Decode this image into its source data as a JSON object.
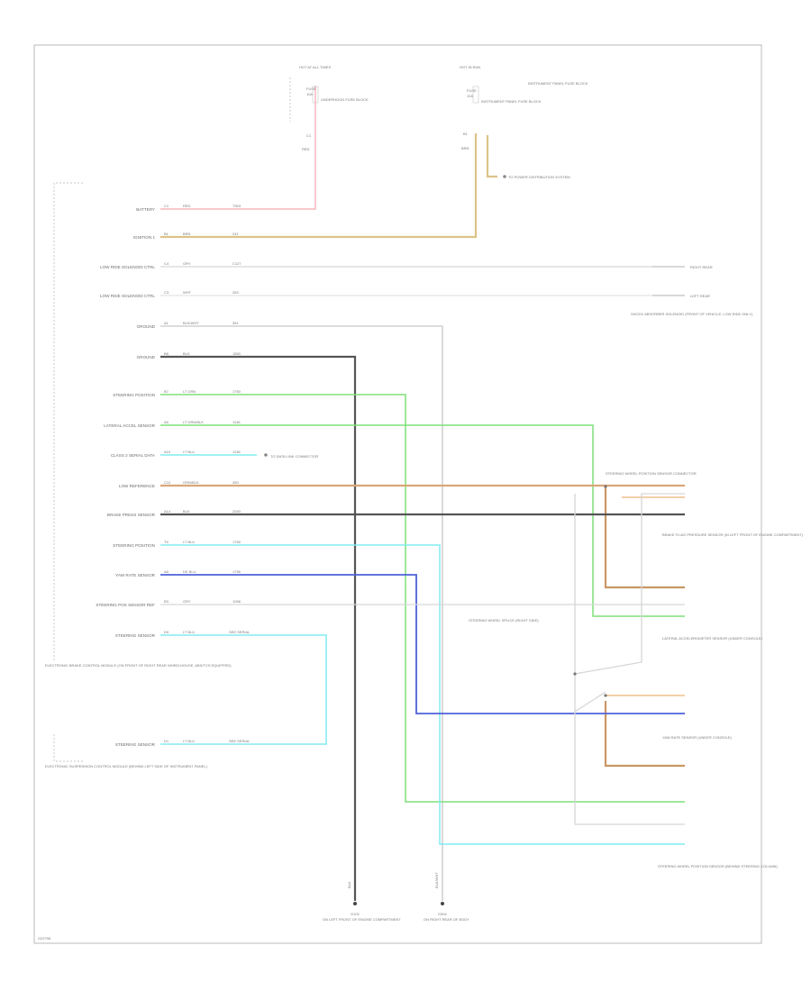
{
  "colors": {
    "pink": "#f7b7bc",
    "tan": "#dcc387",
    "gray_light": "#d6d6d6",
    "gray": "#b8b8b8",
    "dark": "#555555",
    "green": "#7ee07a",
    "cyan": "#82ecf1",
    "blue": "#4d62d9",
    "orange": "#efbf8c",
    "dark_orange": "#c99763"
  },
  "rows": [
    {
      "id": "r1",
      "label": "BATTERY",
      "pin": "C1",
      "wc": "RED",
      "wa": "T503"
    },
    {
      "id": "r2",
      "label": "IGNITION 1",
      "pin": "B1",
      "wc": "BRN",
      "wa": "241"
    },
    {
      "id": "r3",
      "label": "LOW RIDE SOLENOID CTRL",
      "pin": "C4",
      "wc": "GRY",
      "wa": "C127"
    },
    {
      "id": "r4",
      "label": "LOW RIDE SOLENOID CTRL",
      "pin": "C3",
      "wc": "WHT",
      "wa": "283"
    },
    {
      "id": "r5",
      "label": "GROUND",
      "pin": "A1",
      "wc": "BLK/WHT",
      "wa": "351"
    },
    {
      "id": "r6",
      "label": "GROUND",
      "pin": "B8",
      "wc": "BLK",
      "wa": "1550"
    },
    {
      "id": "r7",
      "label": "STEERING POSITION",
      "pin": "B7",
      "wc": "LT GRN",
      "wa": "1750"
    },
    {
      "id": "r8",
      "label": "LATERAL ACCEL SENSOR",
      "pin": "A5",
      "wc": "LT GRN/BLK",
      "wa": "1136"
    },
    {
      "id": "r9",
      "label": "CLASS 2 SERIAL DATA",
      "pin": "A10",
      "wc": "LT BLU",
      "wa": "1138"
    },
    {
      "id": "r10",
      "label": "LOW REFERENCE",
      "pin": "C12",
      "wc": "ORN/BLK",
      "wa": "350"
    },
    {
      "id": "r11",
      "label": "BRAKE PRESS SENSOR",
      "pin": "A14",
      "wc": "BLK",
      "wa": "2050"
    },
    {
      "id": "r12",
      "label": "STEERING POSITION",
      "pin": "T5",
      "wc": "LT BLU",
      "wa": "1755"
    },
    {
      "id": "r13",
      "label": "YAW RATE SENSOR",
      "pin": "A8",
      "wc": "DK BLU",
      "wa": "1756"
    },
    {
      "id": "r14",
      "label": "STEERING POS SENSOR REF",
      "pin": "B3",
      "wc": "GRY",
      "wa": "1058"
    },
    {
      "id": "r15",
      "label": "STEERING SENSOR",
      "pin": "D9",
      "wc": "LT BLU",
      "wa": "SEE SERIAL"
    },
    {
      "id": "r16",
      "label": "STEERING SENSOR",
      "pin": "D1",
      "wc": "LT BLU",
      "wa": "SEE SERIAL"
    }
  ],
  "top": {
    "hot_label": "HOT AT ALL TIMES",
    "fuse1_name": "FUSE",
    "fuse1_amps": "10A",
    "fuse1_block": "UNDERHOOD FUSE BLOCK",
    "fuse1_pin": "C1",
    "fuse1_wire": "RED",
    "hot_run_label": "HOT IN RUN",
    "fuse2_name": "FUSE",
    "fuse2_amps": "10A",
    "fuse2_block": "INSTRUMENT PANEL FUSE BLOCK",
    "fuse2_pin": "B1",
    "fuse2_wire": "BRN",
    "ip_note": "INSTRUMENT PANEL FUSE BLOCK",
    "ignition_ref": "TO POWER DISTRIBUTION SYSTEM"
  },
  "right": {
    "right_rear": "RIGHT REAR",
    "left_rear": "LEFT REAR",
    "shock_note": "SHOCK ABSORBER SOLENOID (FRONT OF VEHICLE, LOW RIDE ONLY)",
    "sc_connector": "STEERING WHEEL POSITION SENSOR CONNECTOR",
    "serial_ref": "TO DATA LINK CONNECTOR",
    "brake_sensor": "BRAKE FLUID PRESSURE SENSOR (IN LEFT FRONT OF ENGINE COMPARTMENT)",
    "lat_accel": "LATERAL ACCELEROMETER SENSOR (UNDER CONSOLE)",
    "yaw_sensor": "YAW RATE SENSOR (UNDER CONSOLE)",
    "steering_sensor": "STEERING WHEEL POSITION SENSOR (BEHIND STEERING COLUMN)",
    "splice_note": "STEERING WHEEL SPLICE (RIGHT SIDE)"
  },
  "left": {
    "module_top": "ELECTRONIC BRAKE CONTROL MODULE (ON FRONT OF RIGHT REAR WHEELHOUSE, ABS/TCS EQUIPPED)",
    "module_bottom": "ELECTRONIC SUSPENSION CONTROL MODULE (BEHIND LEFT SIDE OF INSTRUMENT PANEL)"
  },
  "grounds": {
    "g1_name": "G102",
    "g1_desc": "ON LEFT FRONT OF ENGINE COMPARTMENT",
    "g1_wire": "BLK",
    "g2_name": "G304",
    "g2_desc": "ON RIGHT REAR OF BODY",
    "g2_wire": "BLK/WHT"
  },
  "footer": {
    "code": "G22796"
  }
}
